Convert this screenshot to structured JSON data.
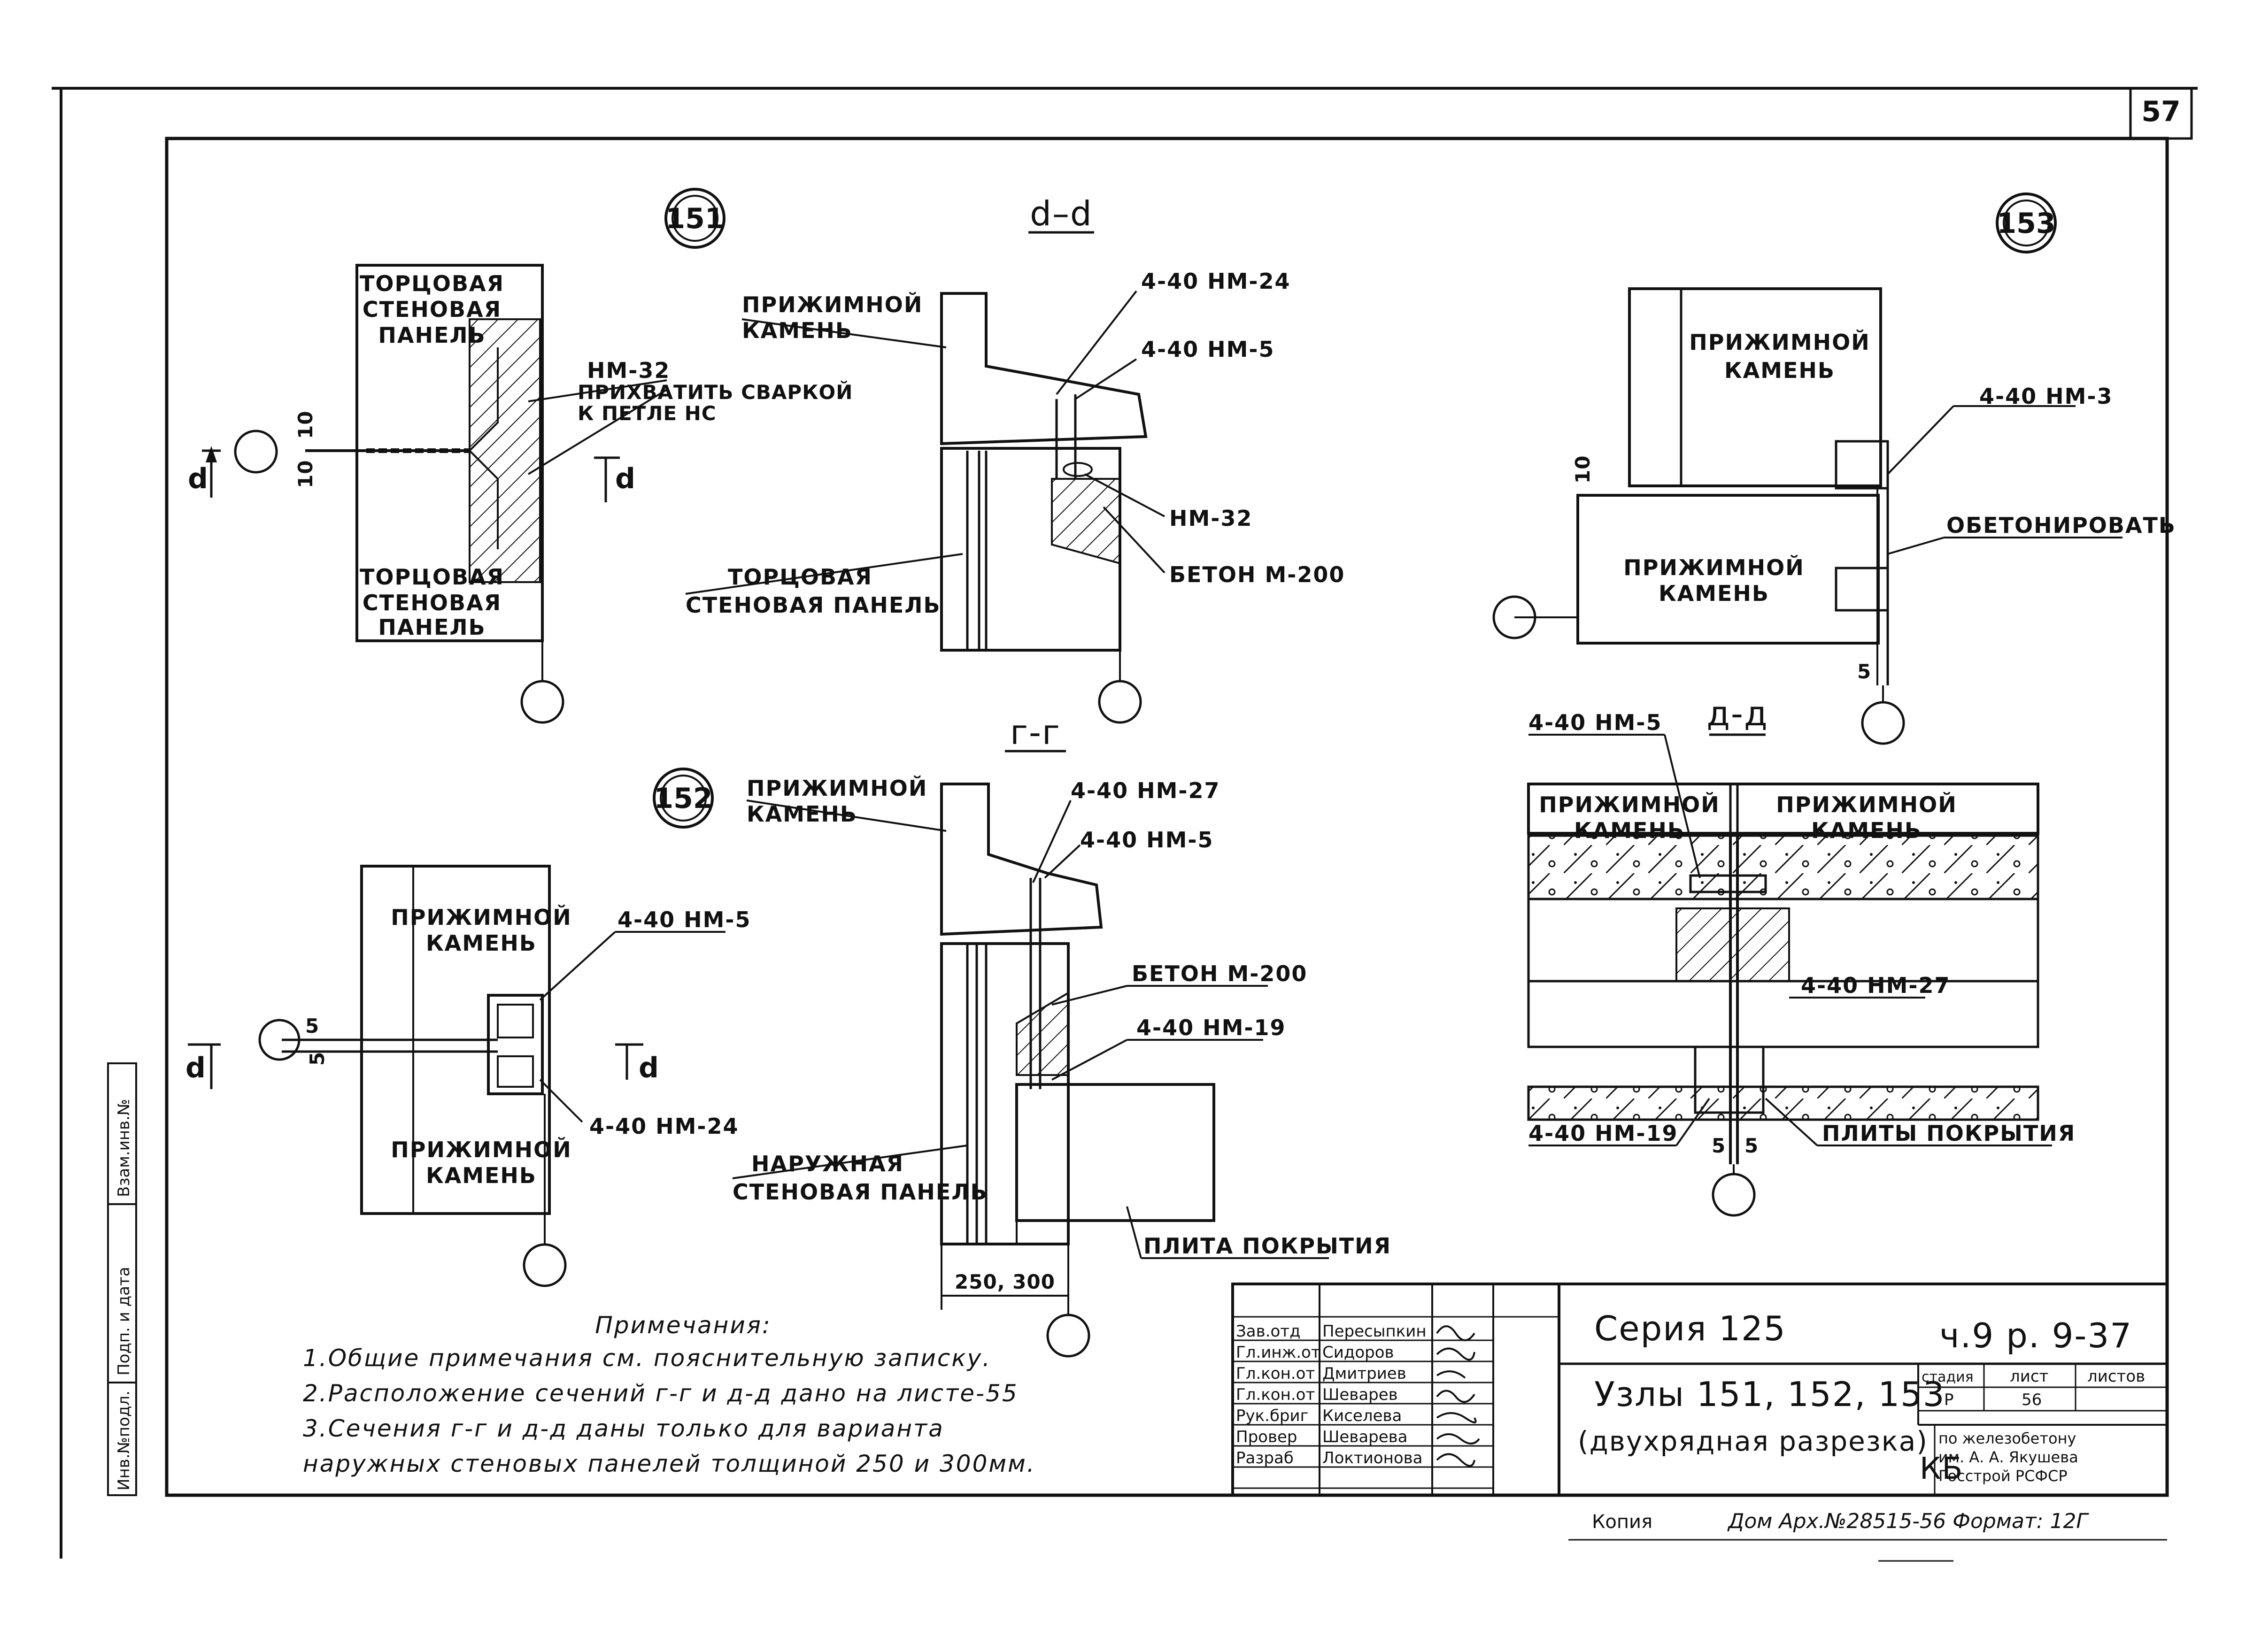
{
  "sheet": {
    "page_number": "57",
    "side_stamp": [
      "Инв.№подл.",
      "Подп. и дата",
      "Взам.инв.№"
    ]
  },
  "node151": {
    "number": "151",
    "upper_panel": [
      "ТОРЦОВАЯ",
      "СТЕНОВАЯ",
      "ПАНЕЛЬ"
    ],
    "lower_panel": [
      "ТОРЦОВАЯ",
      "СТЕНОВАЯ",
      "ПАНЕЛЬ"
    ],
    "callout": [
      "НМ-32",
      "ПРИХВАТИТЬ СВАРКОЙ",
      "К ПЕТЛЕ НС"
    ],
    "dims": [
      "10",
      "10"
    ],
    "section_mark": "d"
  },
  "section_dd1": {
    "title": "d–d",
    "labels": {
      "stone": [
        "ПРИЖИМНОЙ",
        "КАМЕНЬ"
      ],
      "panel": [
        "ТОРЦОВАЯ",
        "СТЕНОВАЯ ПАНЕЛЬ"
      ],
      "c1": "4-40 НМ-24",
      "c2": "4-40 НМ-5",
      "c3": "НМ-32",
      "c4": "БЕТОН М-200"
    }
  },
  "node153": {
    "number": "153",
    "upper": [
      "ПРИЖИМНОЙ",
      "КАМЕНЬ"
    ],
    "lower": [
      "ПРИЖИМНОЙ",
      "КАМЕНЬ"
    ],
    "c1": "4-40 НМ-3",
    "c2": "ОБЕТОНИРОВАТЬ",
    "dim1": "10",
    "dim2": "5"
  },
  "node152": {
    "number": "152",
    "upper": [
      "ПРИЖИМНОЙ",
      "КАМЕНЬ"
    ],
    "lower": [
      "ПРИЖИМНОЙ",
      "КАМЕНЬ"
    ],
    "c1": "4-40 НМ-5",
    "c2": "4-40 НМ-24",
    "dims": [
      "5",
      "5"
    ],
    "section_mark": "d"
  },
  "section_gg": {
    "title": "г-г",
    "labels": {
      "stone": [
        "ПРИЖИМНОЙ",
        "КАМЕНЬ"
      ],
      "c1": "4-40 НМ-27",
      "c2": "4-40 НМ-5",
      "c3": "БЕТОН М-200",
      "c4": "4-40 НМ-19",
      "panel": [
        "НАРУЖНАЯ",
        "СТЕНОВАЯ ПАНЕЛЬ"
      ],
      "slab": "ПЛИТА ПОКРЫТИЯ",
      "dims": "250, 300"
    }
  },
  "section_dd2": {
    "title": "д-д",
    "labels": {
      "c1": "4-40 НМ-5",
      "left_stone": [
        "ПРИЖИМНОЙ",
        "КАМЕНЬ"
      ],
      "right_stone": [
        "ПРИЖИМНОЙ",
        "КАМЕНЬ"
      ],
      "c2": "4-40 НМ-27",
      "c3": "4-40 НМ-19",
      "c4": "ПЛИТЫ ПОКРЫТИЯ",
      "dims": [
        "5",
        "5"
      ]
    }
  },
  "notes": {
    "heading": "Примечания:",
    "items": [
      "1.Общие примечания см. пояснительную записку.",
      "2.Расположение сечений г-г и д-д дано на листе-55",
      "3.Сечения г-г и д-д даны только для варианта",
      "наружных стеновых панелей толщиной 250 и 300мм."
    ]
  },
  "title_block": {
    "staff": [
      {
        "role": "Зав.отд",
        "name": "Пересыпкин"
      },
      {
        "role": "Гл.инж.от",
        "name": "Сидоров"
      },
      {
        "role": "Гл.кон.от",
        "name": "Дмитриев"
      },
      {
        "role": "Гл.кон.от",
        "name": "Шеварев"
      },
      {
        "role": "Рук.бриг",
        "name": "Киселева"
      },
      {
        "role": "Провер",
        "name": "Шеварева"
      },
      {
        "role": "Разраб",
        "name": "Локтионова"
      }
    ],
    "series": "Серия 125",
    "part": "ч.9 р. 9-37",
    "title_line1": "Узлы 151, 152, 153",
    "title_line2": "(двухрядная разрезка)",
    "stage_head": "стадия",
    "sheet_head": "лист",
    "sheets_head": "листов",
    "stage": "Р",
    "sheet": "56",
    "org_mark": "КБ",
    "org_lines": [
      "по железобетону",
      "им. А. А. Якушева",
      "Госстрой РСФСР"
    ],
    "copy": "Копия",
    "archive": "Дом Арх.№28515-56 Формат: 12Г"
  }
}
